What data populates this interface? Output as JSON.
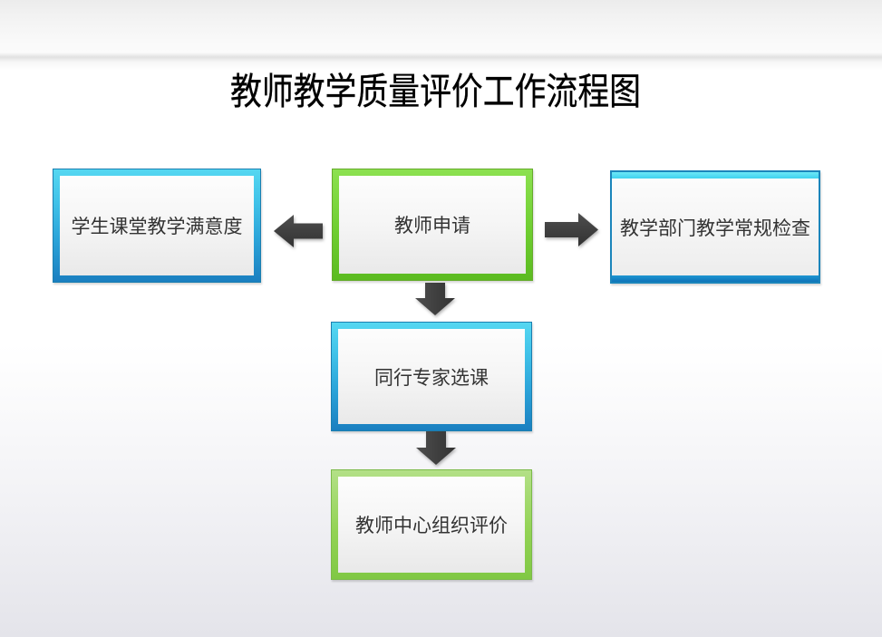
{
  "slide": {
    "title": "教师教学质量评价工作流程图"
  },
  "flowchart": {
    "nodes": [
      {
        "id": "teacher-apply",
        "label": "教师申请",
        "style": "green-border"
      },
      {
        "id": "student-satisfaction",
        "label": "学生课堂教学满意度",
        "style": "blue-border"
      },
      {
        "id": "dept-routine-check",
        "label": "教学部门教学常规检查",
        "style": "blue-top-bottom-bar"
      },
      {
        "id": "peer-expert-course",
        "label": "同行专家选课",
        "style": "blue-border"
      },
      {
        "id": "teacher-center-eval",
        "label": "教师中心组织评价",
        "style": "light-green-border"
      }
    ],
    "arrows": [
      {
        "from": "teacher-apply",
        "to": "student-satisfaction",
        "direction": "left"
      },
      {
        "from": "teacher-apply",
        "to": "dept-routine-check",
        "direction": "right"
      },
      {
        "from": "teacher-apply",
        "to": "peer-expert-course",
        "direction": "down"
      },
      {
        "from": "peer-expert-course",
        "to": "teacher-center-eval",
        "direction": "down"
      }
    ]
  },
  "colors": {
    "green_border": "#6fce31",
    "light_green_border": "#93d355",
    "blue_border_top": "#55d7f1",
    "blue_border_bottom": "#1a7fc0",
    "arrow": "#3f3f3f",
    "box_text": "#333333",
    "title_text": "#000000"
  }
}
